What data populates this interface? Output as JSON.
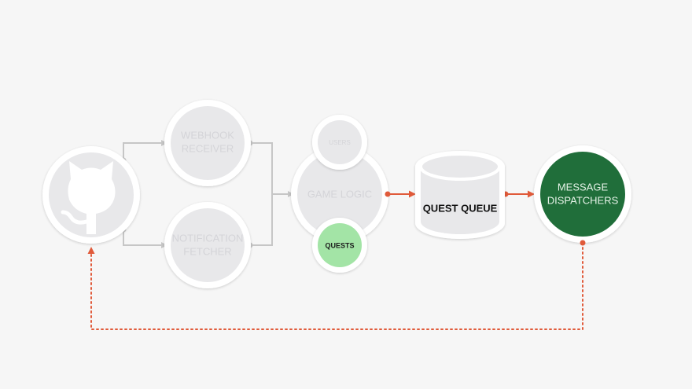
{
  "colors": {
    "background": "#f6f6f6",
    "ring": "#ffffff",
    "faded_fill": "#e8e8ea",
    "faded_text": "#d4d4d8",
    "faded_connector": "#c6c6c6",
    "active_connector": "#e05a3a",
    "quests_fill": "#a3e4a6",
    "dispatcher_fill": "#206e3a",
    "dispatcher_text": "#e6f3e8",
    "queue_text": "#111111"
  },
  "nodes": {
    "github": {
      "icon": "github-icon"
    },
    "webhook_receiver": {
      "line1": "WEBHOOK",
      "line2": "RECEIVER"
    },
    "notification_fetcher": {
      "line1": "NOTIFICATION",
      "line2": "FETCHER"
    },
    "users": {
      "label": "USERS"
    },
    "game_logic": {
      "label": "GAME LOGIC"
    },
    "quests": {
      "label": "QUESTS"
    },
    "quest_queue": {
      "label": "QUEST QUEUE"
    },
    "message_dispatchers": {
      "line1": "MESSAGE",
      "line2": "DISPATCHERS"
    }
  }
}
